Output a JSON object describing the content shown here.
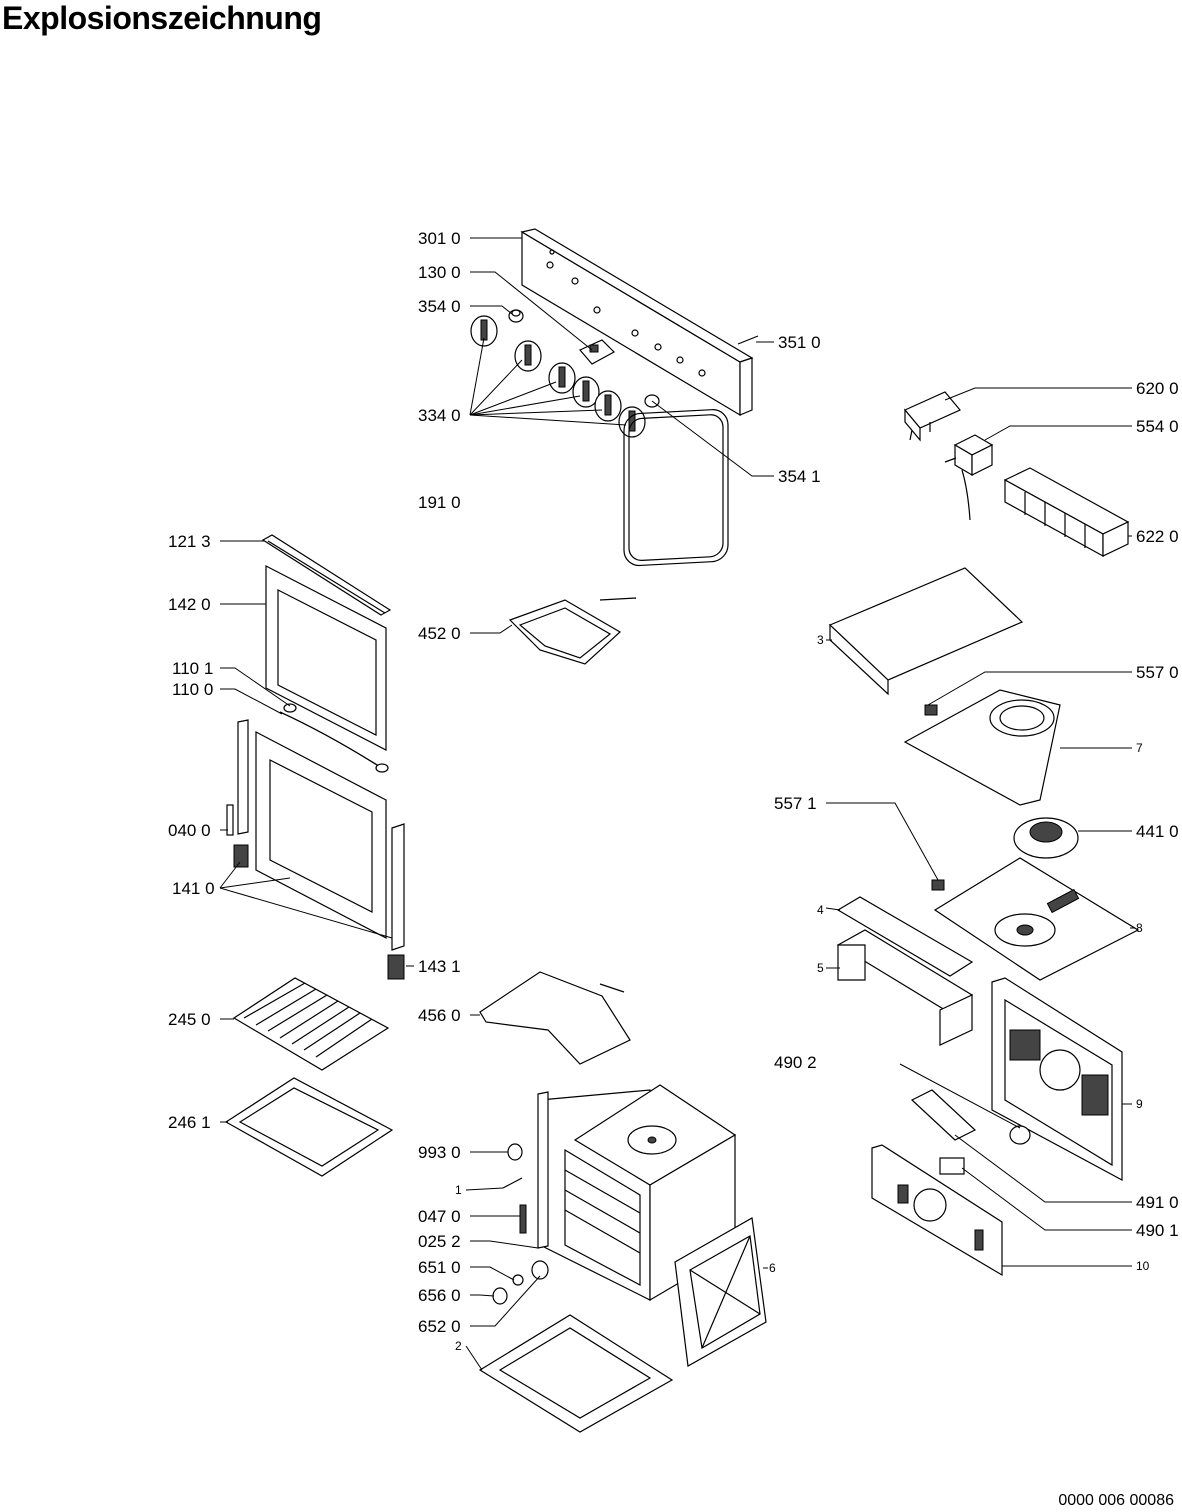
{
  "page": {
    "title": "Explosionszeichnung",
    "doc_number": "0000 006 00086"
  },
  "labels": {
    "p3010": "301 0",
    "p1300": "130 0",
    "p3540": "354 0",
    "p3510": "351 0",
    "p3340": "334 0",
    "p3541": "354 1",
    "p1910": "191 0",
    "p6200": "620 0",
    "p5540": "554 0",
    "p6220": "622 0",
    "p1213": "121 3",
    "p1420": "142 0",
    "p4520": "452 0",
    "p1101": "110 1",
    "p1100": "110 0",
    "p5570": "557 0",
    "p5571": "557 1",
    "p4410": "441 0",
    "p0400": "040 0",
    "p1410": "141 0",
    "p1431": "143 1",
    "p2450": "245 0",
    "p4560": "456 0",
    "p4902": "490 2",
    "p2461": "246 1",
    "p9930": "993 0",
    "p1": "1",
    "p0470": "047 0",
    "p0252": "025 2",
    "p6510": "651 0",
    "p6560": "656 0",
    "p6520": "652 0",
    "p2": "2",
    "p6": "6",
    "p3": "3",
    "p4": "4",
    "p5": "5",
    "p7": "7",
    "p8": "8",
    "p9": "9",
    "p10": "10",
    "p4910": "491 0",
    "p4901": "490 1"
  }
}
